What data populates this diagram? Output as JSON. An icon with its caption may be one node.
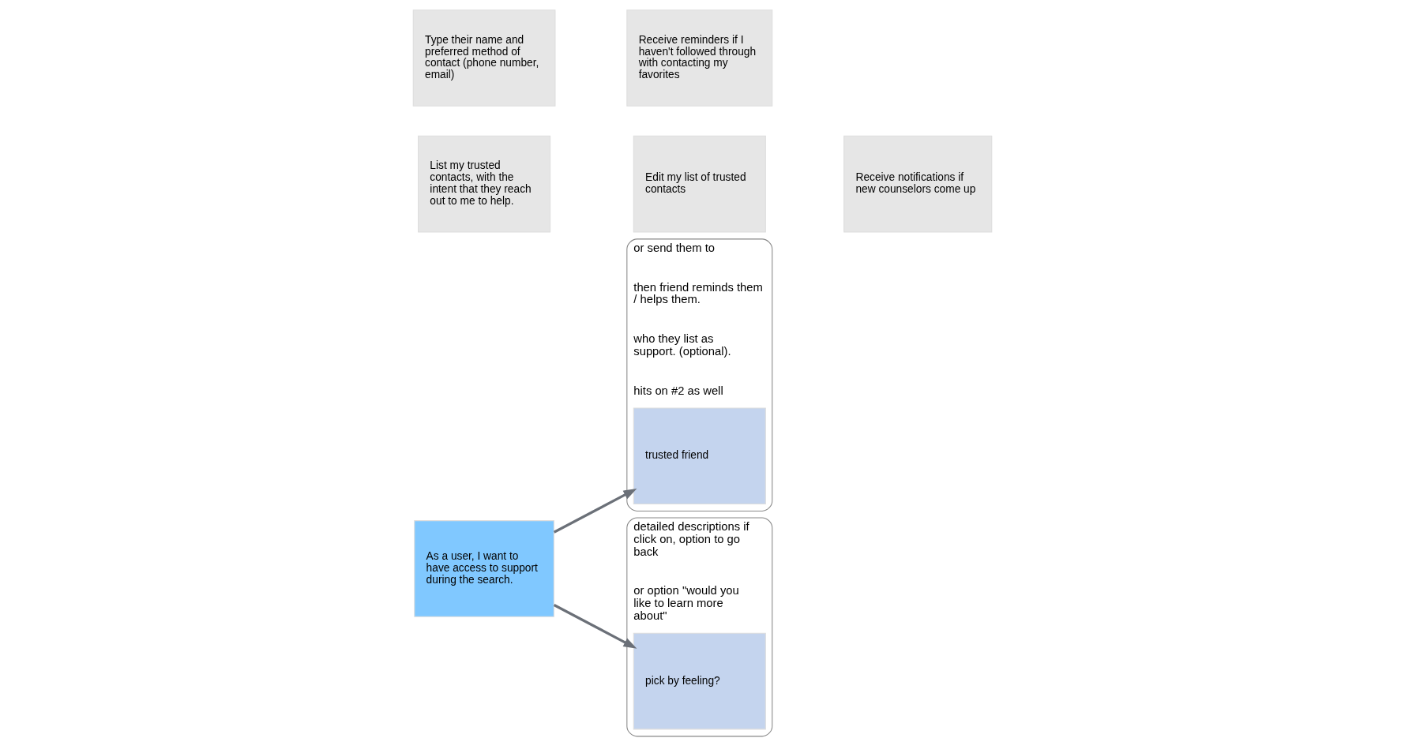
{
  "diagram": {
    "nodes": [
      {
        "text": [
          "As a user, I want to have access to support during the search."
        ]
      },
      {
        "text": [
          "List my trusted contacts, with the intent that they reach out to me to help."
        ]
      },
      {
        "text": [
          "Type their name and preferred method of contact (phone number, email)"
        ]
      },
      {
        "text": [
          "Edit my list of trusted contacts"
        ]
      },
      {
        "text": [
          "Receive reminders if I haven't followed through with contacting my favorites"
        ]
      },
      {
        "text": [
          "Receive notifications if new counselors come up"
        ]
      },
      {
        "text": [
          "or send them to",
          "then friend reminds them / helps them.",
          "who they list as support. (optional).",
          "hits on #2 as well"
        ]
      },
      {
        "text": [
          "trusted friend"
        ],
        "in": 6
      },
      {
        "text": [
          "detailed descriptions if click on, option to go back",
          "or option \"would you like to learn more about\""
        ]
      },
      {
        "text": [
          "pick by feeling?"
        ],
        "in": 8
      }
    ],
    "edges": [
      {
        "from": 0,
        "to": 7,
        "arrow": "to"
      },
      {
        "from": 0,
        "to": 9,
        "arrow": "to"
      }
    ]
  }
}
